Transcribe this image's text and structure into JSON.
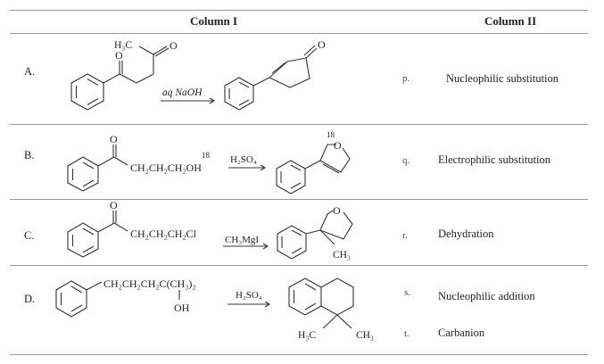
{
  "headers": {
    "col1": "Column I",
    "col2": "Column II"
  },
  "rows": [
    {
      "label": "A.",
      "reagent": "aq NaOH",
      "methyl_label": "H₃C"
    },
    {
      "label": "B.",
      "chain": "CH₂CH₂CH₂OH",
      "isotope": "18",
      "reagent": "H₂SO₄",
      "product_isotope": "18",
      "product_atom": "O"
    },
    {
      "label": "C.",
      "chain": "CH₂CH₂CH₂Cl",
      "reagent": "CH₃MgI",
      "product_atom": "O",
      "product_substituent": "CH₃"
    },
    {
      "label": "D.",
      "chain": "CH₂CH₂CH₂C(CH₃)₂",
      "hydroxyl": "OH",
      "reagent": "H₂SO₄",
      "product_sub_left": "H₃C",
      "product_sub_right": "CH₃"
    }
  ],
  "column2": [
    {
      "key": "p.",
      "text": "Nucleophilic substitution"
    },
    {
      "key": "q.",
      "text": "Electrophilic substitution"
    },
    {
      "key": "r.",
      "text": "Dehydration"
    },
    {
      "key": "s.",
      "text": "Nucleophilic addition"
    },
    {
      "key": "t.",
      "text": "Carbanion"
    }
  ]
}
